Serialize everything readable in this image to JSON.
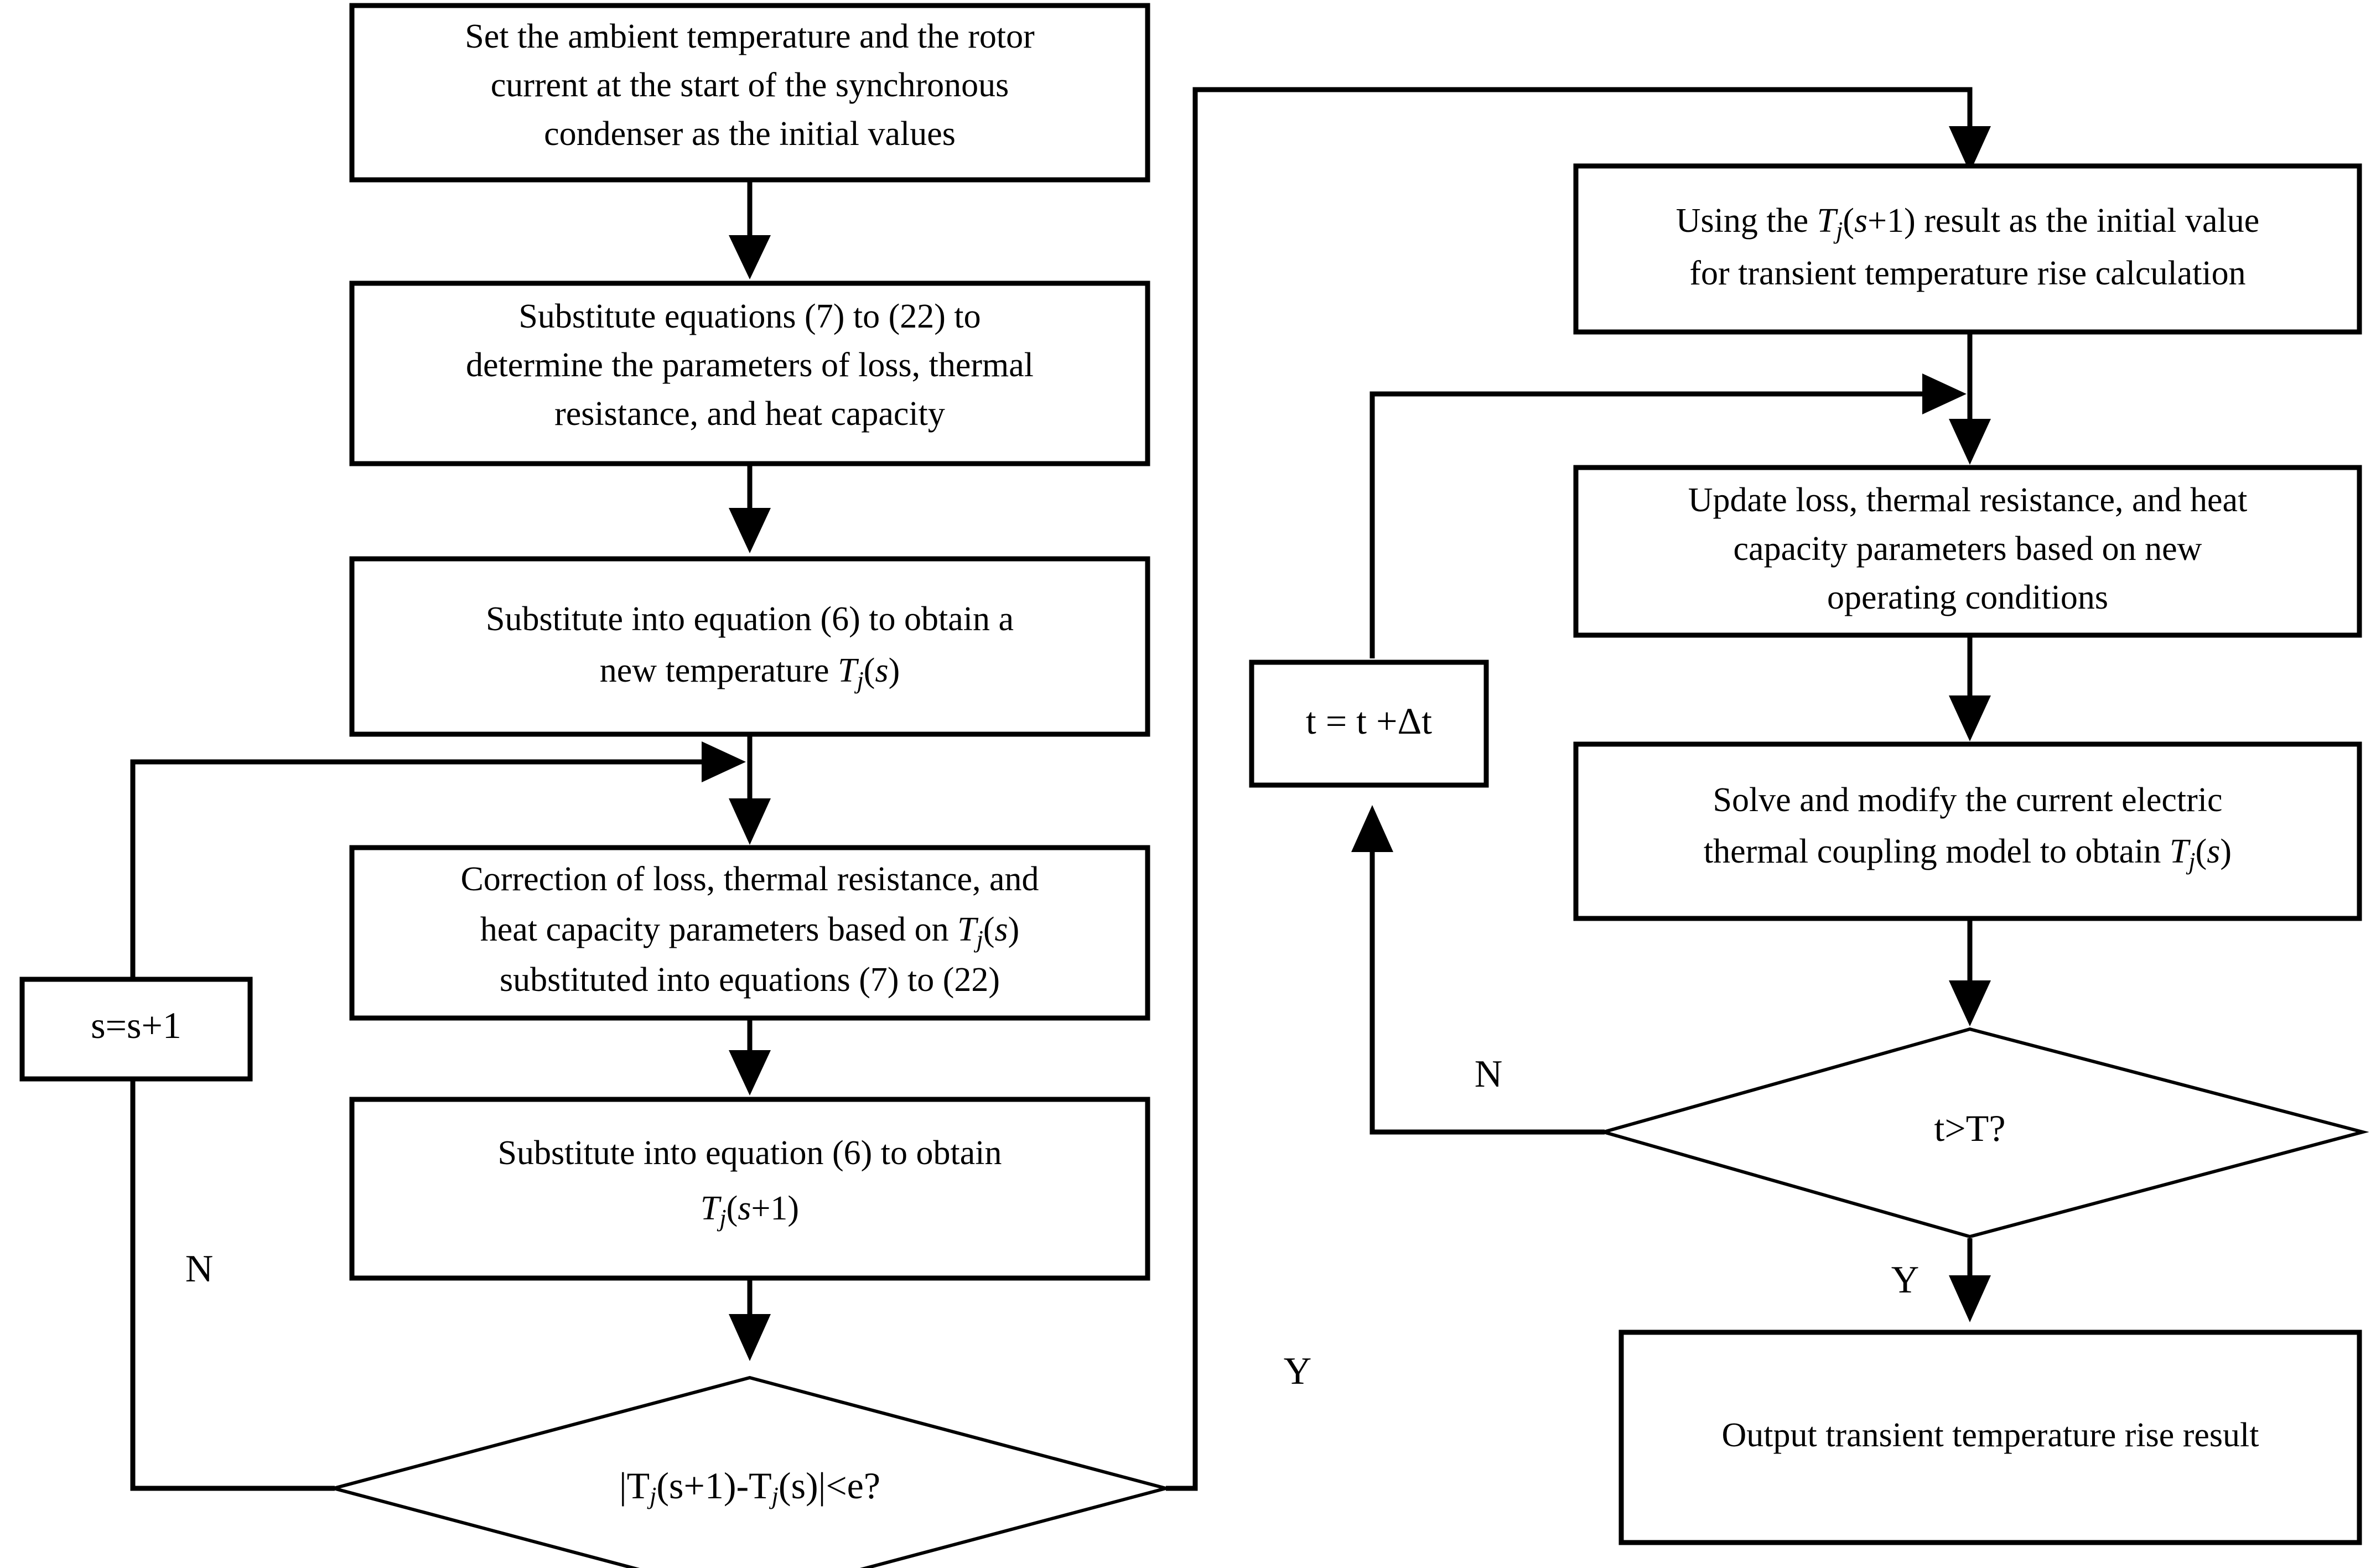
{
  "diagram": {
    "type": "flowchart",
    "title": "Transient temperature rise calculation flowchart for a synchronous condenser",
    "background_color": "#ffffff",
    "line_color": "#000000",
    "text_color": "#000000"
  },
  "nodes": {
    "n1": {
      "id": "n1",
      "shape": "process",
      "lines": [
        "Set the ambient temperature and the rotor",
        "current at the start of the synchronous",
        "condenser as the initial values"
      ]
    },
    "n2": {
      "id": "n2",
      "shape": "process",
      "lines": [
        "Substitute equations (7) to (22) to",
        "determine the parameters of loss, thermal",
        "resistance, and heat capacity"
      ]
    },
    "n3": {
      "id": "n3",
      "shape": "process",
      "lines": [
        "Substitute into equation  (6) to obtain a",
        "new temperature T_j(s)"
      ],
      "line2_parts": {
        "plain1": "new temperature ",
        "sym": "T",
        "sub": "j",
        "plain2": "(",
        "symvar": "s",
        "plain3": ")"
      }
    },
    "n4": {
      "id": "n4",
      "shape": "process",
      "lines": [
        "Correction of loss, thermal resistance, and",
        "heat capacity parameters based on T_j(s)",
        "substituted into equations (7) to (22)"
      ],
      "line2_parts": {
        "plain1": "heat capacity parameters based on ",
        "sym": "T",
        "sub": "j",
        "plain2": "(",
        "symvar": "s",
        "plain3": ")"
      }
    },
    "n5": {
      "id": "n5",
      "shape": "process",
      "lines": [
        "Substitute into equation  (6) to obtain",
        "T_j(s+1)"
      ],
      "line2_parts": {
        "sym": "T",
        "sub": "j",
        "plain2": "(",
        "symvar": "s",
        "plain3": "+1)"
      }
    },
    "n6": {
      "id": "n6",
      "shape": "decision",
      "label_parts": {
        "bar1": "|",
        "sym1": "T",
        "sub1": "j",
        "p1": "(",
        "v1": "s",
        "p2": "+1)-",
        "sym2": "T",
        "sub2": "j",
        "p3": "(",
        "v2": "s",
        "p4": ")",
        "bar2": "|",
        "p5": "<",
        "v3": "e",
        "p6": "?"
      },
      "label_plain": "|Tj(s+1)-Tj(s)|<e?"
    },
    "n7": {
      "id": "n7",
      "shape": "process",
      "label_parts": {
        "v1": "s",
        "p1": "=",
        "v2": "s",
        "p2": "+1"
      },
      "label_plain": "s=s+1"
    },
    "n8": {
      "id": "n8",
      "shape": "process",
      "lines": [
        "Using the T_j(s+1) result as the initial value",
        "for transient temperature rise calculation"
      ],
      "line1_parts": {
        "plain1": "Using the ",
        "sym": "T",
        "sub": "j",
        "plain2": "(",
        "symvar": "s",
        "plain3": "+1) result as the initial value"
      }
    },
    "n9": {
      "id": "n9",
      "shape": "process",
      "lines": [
        "Update loss, thermal resistance, and heat",
        "capacity parameters based on new",
        "operating conditions"
      ]
    },
    "n10": {
      "id": "n10",
      "shape": "process",
      "lines": [
        "Solve and modify the current electric",
        "thermal coupling model to obtain T_j(s)"
      ],
      "line2_parts": {
        "plain1": "thermal coupling model to obtain ",
        "sym": "T",
        "sub": "j",
        "plain2": "(",
        "symvar": "s",
        "plain3": ")"
      }
    },
    "n11": {
      "id": "n11",
      "shape": "decision",
      "label_parts": {
        "v1": "t",
        "p1": ">",
        "v2": "T",
        "p2": "?"
      },
      "label_plain": "t>T?"
    },
    "n12": {
      "id": "n12",
      "shape": "process",
      "label_parts": {
        "v1": "t",
        "p1": " = ",
        "v2": "t",
        "p2": " +",
        "p3": "Δ",
        "v3": "t"
      },
      "label_plain": "t = t +Δt"
    },
    "n13": {
      "id": "n13",
      "shape": "process",
      "lines": [
        "Output transient temperature rise result"
      ]
    }
  },
  "branch_labels": {
    "n6_no": "N",
    "n6_yes": "Y",
    "n11_no": "N",
    "n11_yes": "Y"
  },
  "edges": [
    {
      "from": "n1",
      "to": "n2",
      "label": ""
    },
    {
      "from": "n2",
      "to": "n3",
      "label": ""
    },
    {
      "from": "n3",
      "to": "n4",
      "label": ""
    },
    {
      "from": "n4",
      "to": "n5",
      "label": ""
    },
    {
      "from": "n5",
      "to": "n6",
      "label": ""
    },
    {
      "from": "n6",
      "to": "n7",
      "label": "N"
    },
    {
      "from": "n7",
      "to": "n4",
      "label": ""
    },
    {
      "from": "n6",
      "to": "n8",
      "label": "Y"
    },
    {
      "from": "n8",
      "to": "n9",
      "label": ""
    },
    {
      "from": "n9",
      "to": "n10",
      "label": ""
    },
    {
      "from": "n10",
      "to": "n11",
      "label": ""
    },
    {
      "from": "n11",
      "to": "n12",
      "label": "N"
    },
    {
      "from": "n12",
      "to": "n9",
      "label": ""
    },
    {
      "from": "n11",
      "to": "n13",
      "label": "Y"
    }
  ]
}
